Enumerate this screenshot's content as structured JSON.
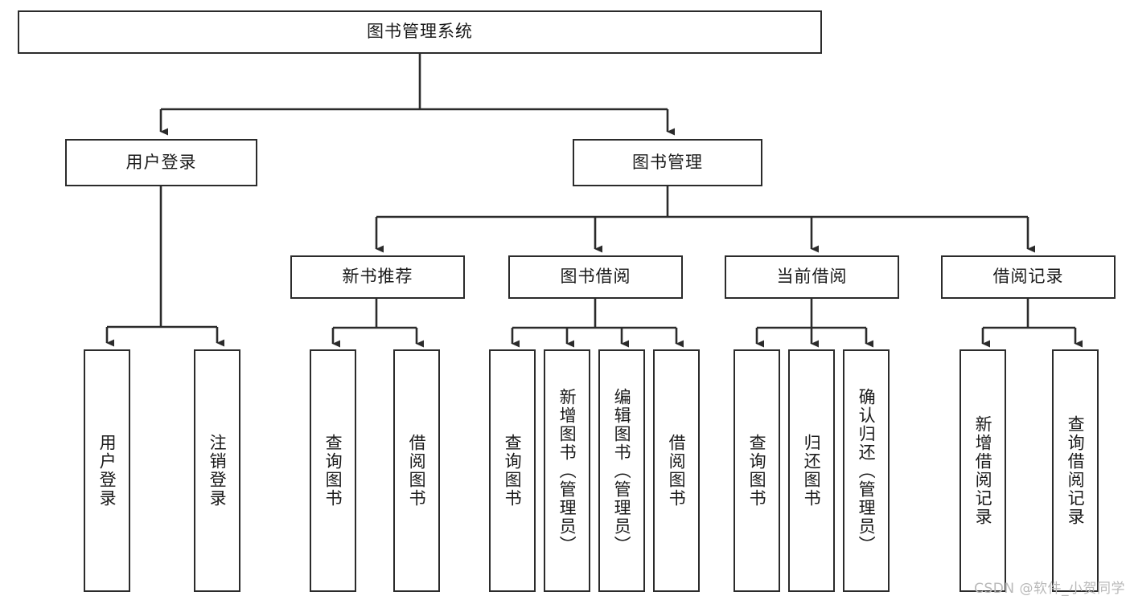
{
  "diagram": {
    "title": "图书管理系统",
    "type": "hierarchy-tree",
    "watermark": "CSDN @软件_小贺同学",
    "colors": {
      "box_border": "#2b2b2b",
      "box_fill": "#ffffff",
      "connector": "#2b2b2b",
      "text": "#1a1a1a",
      "watermark": "#b9b9b9"
    },
    "levels": {
      "root": "图书管理系统",
      "level2": [
        "用户登录",
        "图书管理"
      ],
      "level3": [
        "新书推荐",
        "图书借阅",
        "当前借阅",
        "借阅记录"
      ]
    },
    "nodes": {
      "root": {
        "label": "图书管理系统",
        "orientation": "horizontal"
      },
      "user_login": {
        "label": "用户登录",
        "orientation": "horizontal"
      },
      "book_mgmt": {
        "label": "图书管理",
        "orientation": "horizontal"
      },
      "new_book_rec": {
        "label": "新书推荐",
        "orientation": "horizontal"
      },
      "book_borrow": {
        "label": "图书借阅",
        "orientation": "horizontal"
      },
      "current_borrow": {
        "label": "当前借阅",
        "orientation": "horizontal"
      },
      "borrow_record": {
        "label": "借阅记录",
        "orientation": "horizontal"
      },
      "leaf_1": {
        "label": "用户登录",
        "orientation": "vertical"
      },
      "leaf_2": {
        "label": "注销登录",
        "orientation": "vertical"
      },
      "leaf_3": {
        "label": "查询图书",
        "orientation": "vertical"
      },
      "leaf_4": {
        "label": "借阅图书",
        "orientation": "vertical"
      },
      "leaf_5": {
        "label": "查询图书",
        "orientation": "vertical"
      },
      "leaf_6": {
        "label": "新增图书（管理员）",
        "orientation": "vertical"
      },
      "leaf_7": {
        "label": "编辑图书（管理员）",
        "orientation": "vertical"
      },
      "leaf_8": {
        "label": "借阅图书",
        "orientation": "vertical"
      },
      "leaf_9": {
        "label": "查询图书",
        "orientation": "vertical"
      },
      "leaf_10": {
        "label": "归还图书",
        "orientation": "vertical"
      },
      "leaf_11": {
        "label": "确认归还（管理员）",
        "orientation": "vertical"
      },
      "leaf_12": {
        "label": "新增借阅记录",
        "orientation": "vertical"
      },
      "leaf_13": {
        "label": "查询借阅记录",
        "orientation": "vertical"
      }
    },
    "edges": [
      {
        "from": "root",
        "to": "user_login"
      },
      {
        "from": "root",
        "to": "book_mgmt"
      },
      {
        "from": "user_login",
        "to": "leaf_1"
      },
      {
        "from": "user_login",
        "to": "leaf_2"
      },
      {
        "from": "book_mgmt",
        "to": "new_book_rec"
      },
      {
        "from": "book_mgmt",
        "to": "book_borrow"
      },
      {
        "from": "book_mgmt",
        "to": "current_borrow"
      },
      {
        "from": "book_mgmt",
        "to": "borrow_record"
      },
      {
        "from": "new_book_rec",
        "to": "leaf_3"
      },
      {
        "from": "new_book_rec",
        "to": "leaf_4"
      },
      {
        "from": "book_borrow",
        "to": "leaf_5"
      },
      {
        "from": "book_borrow",
        "to": "leaf_6"
      },
      {
        "from": "book_borrow",
        "to": "leaf_7"
      },
      {
        "from": "book_borrow",
        "to": "leaf_8"
      },
      {
        "from": "current_borrow",
        "to": "leaf_9"
      },
      {
        "from": "current_borrow",
        "to": "leaf_10"
      },
      {
        "from": "current_borrow",
        "to": "leaf_11"
      },
      {
        "from": "borrow_record",
        "to": "leaf_12"
      },
      {
        "from": "borrow_record",
        "to": "leaf_13"
      }
    ]
  }
}
